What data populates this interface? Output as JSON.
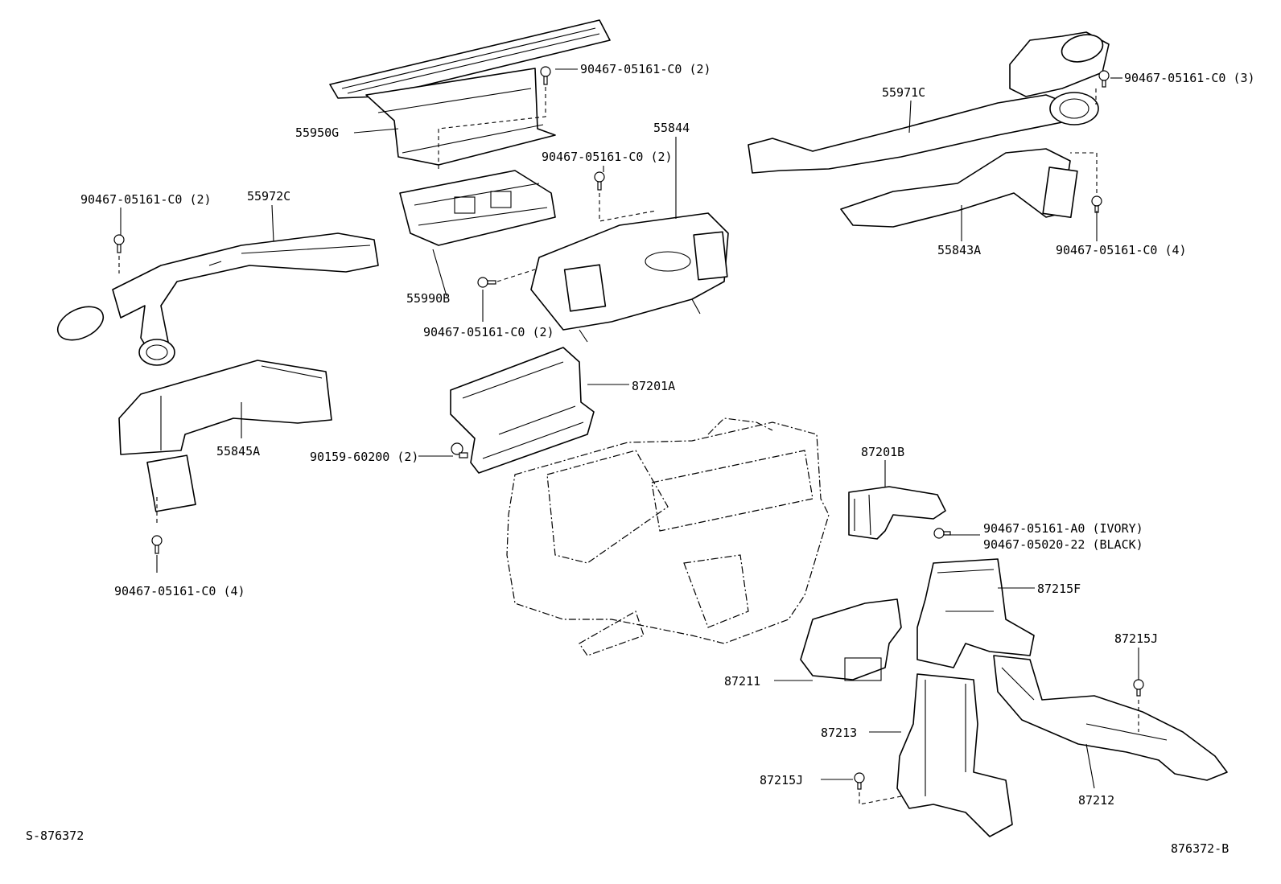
{
  "labels": {
    "p55950G": "55950G",
    "p55990B": "55990B",
    "p55844": "55844",
    "p55972C": "55972C",
    "p55845A": "55845A",
    "p55971C": "55971C",
    "p55843A": "55843A",
    "p87201A": "87201A",
    "p87201B": "87201B",
    "p87215F": "87215F",
    "p87215J_a": "87215J",
    "p87215J_b": "87215J",
    "p87211": "87211",
    "p87213": "87213",
    "p87212": "87212",
    "s_top_center": "90467-05161-C0 (2)",
    "s_mid_center": "90467-05161-C0 (2)",
    "s_low_center": "90467-05161-C0 (2)",
    "s_left_top": "90467-05161-C0 (2)",
    "s_left_bottom": "90467-05161-C0 (4)",
    "s_right_top": "90467-05161-C0 (3)",
    "s_right_mid": "90467-05161-C0 (4)",
    "s_bolt": "90159-60200 (2)",
    "s_ivory": "90467-05161-A0 (IVORY)",
    "s_black": "90467-05020-22 (BLACK)"
  },
  "footer": {
    "left_code": "S-876372",
    "right_code": "876372-B"
  }
}
